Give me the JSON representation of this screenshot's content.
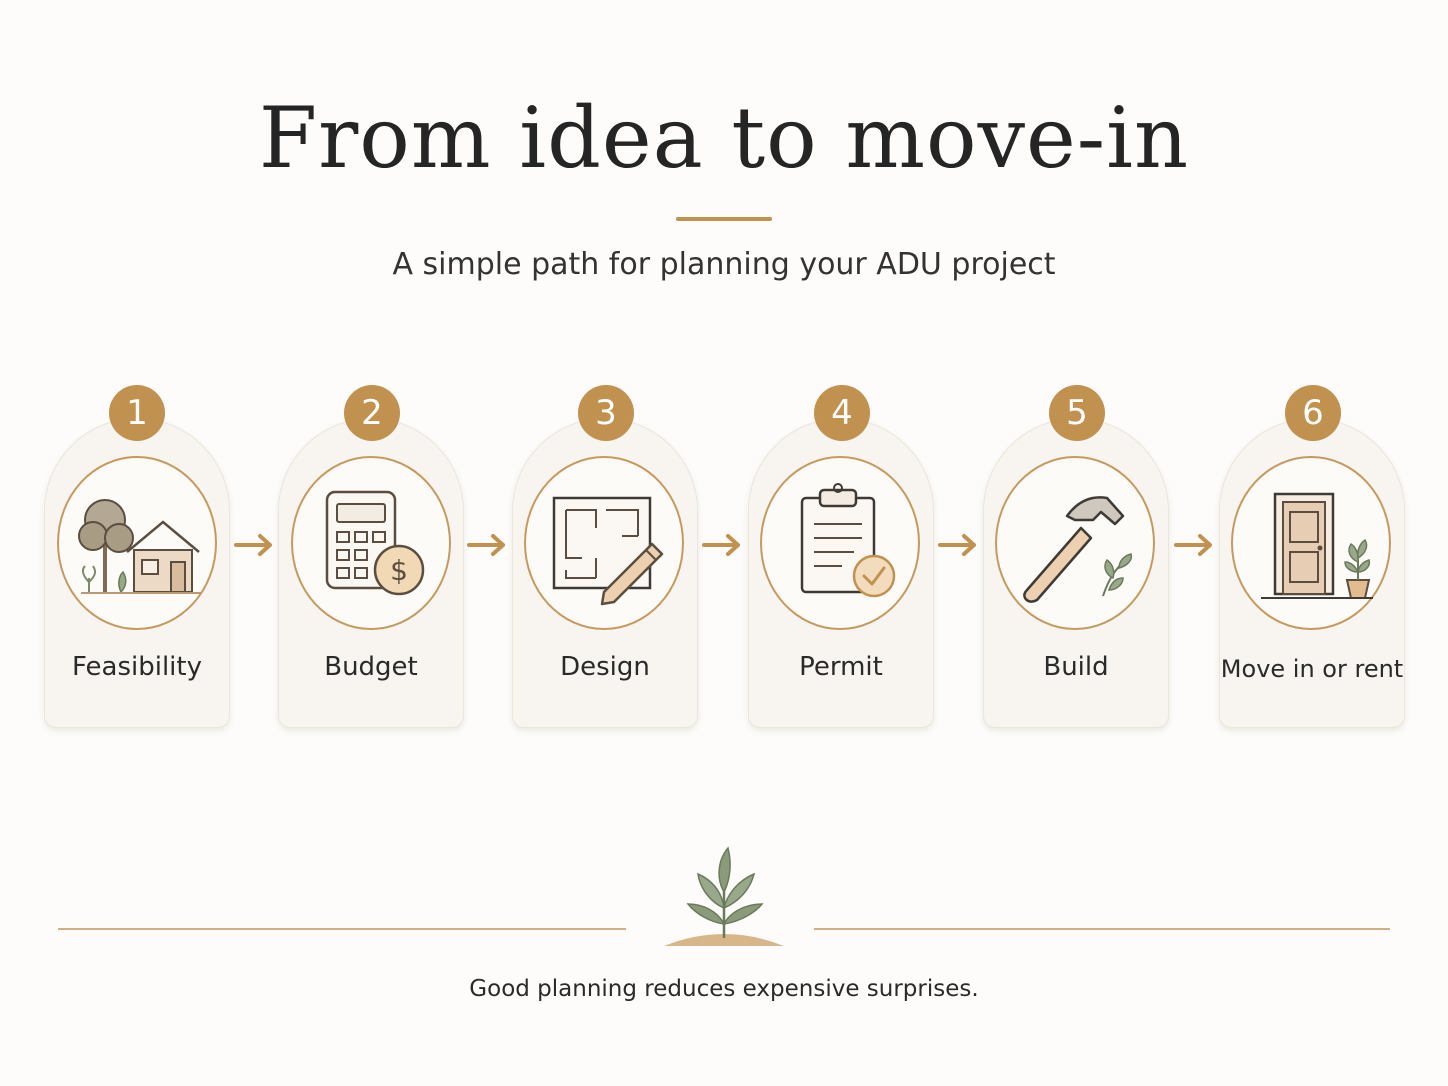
{
  "header": {
    "title": "From idea to move-in",
    "subtitle": "A simple path for planning your ADU project"
  },
  "steps": [
    {
      "number": "1",
      "label": "Feasibility",
      "icon": "house-tree-icon"
    },
    {
      "number": "2",
      "label": "Budget",
      "icon": "calculator-dollar-icon"
    },
    {
      "number": "3",
      "label": "Design",
      "icon": "floorplan-pencil-icon"
    },
    {
      "number": "4",
      "label": "Permit",
      "icon": "clipboard-check-icon"
    },
    {
      "number": "5",
      "label": "Build",
      "icon": "hammer-icon"
    },
    {
      "number": "6",
      "label": "Move in or rent",
      "icon": "door-plant-icon"
    }
  ],
  "footer": {
    "tagline": "Good planning reduces expensive surprises.",
    "icon": "sprout-icon"
  },
  "colors": {
    "accent": "#c0914f",
    "accent_line": "#d2b080",
    "card_bg": "#f8f5f0",
    "leaf": "#8c9a7c",
    "text": "#2b2b2b"
  }
}
